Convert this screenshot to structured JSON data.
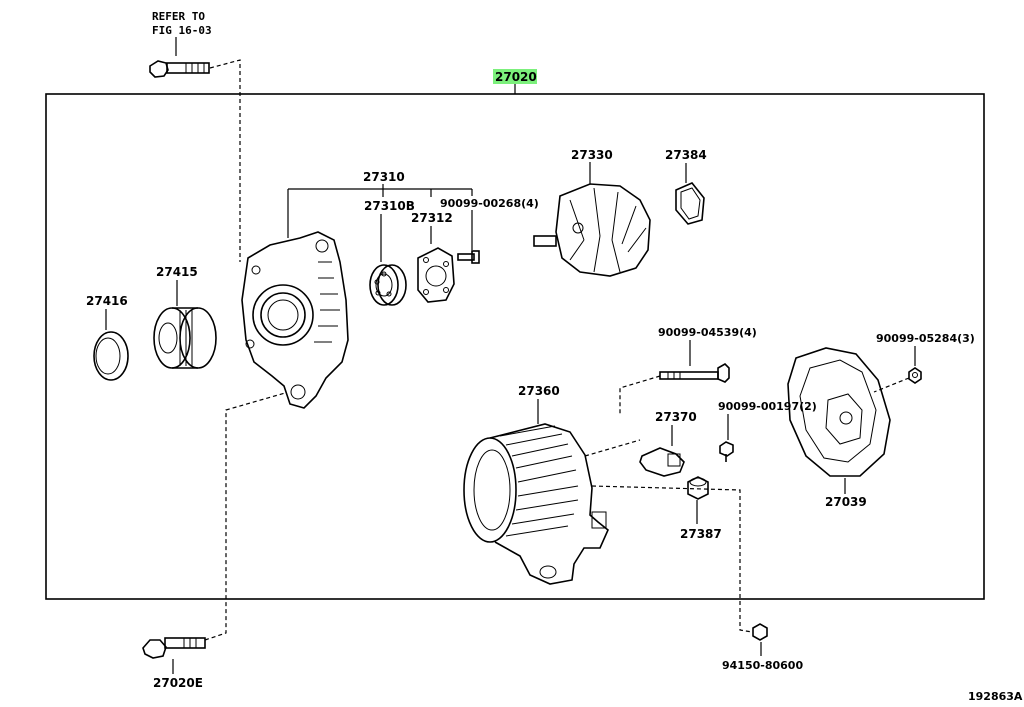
{
  "assembly": {
    "part_no": "27020",
    "highlight_color": "#7cf07c"
  },
  "refer_note": {
    "line1": "REFER TO",
    "line2": "FIG 16-03"
  },
  "figure_code": "192863A",
  "parts": {
    "p27310": "27310",
    "p27310B": "27310B",
    "p27312": "27312",
    "p90099_00268": "90099-00268(4)",
    "p27330": "27330",
    "p27384": "27384",
    "p27415": "27415",
    "p27416": "27416",
    "p90099_04539": "90099-04539(4)",
    "p90099_05284": "90099-05284(3)",
    "p27360": "27360",
    "p27370": "27370",
    "p90099_00197": "90099-00197(2)",
    "p27039": "27039",
    "p27387": "27387",
    "p27020E": "27020E",
    "p94150_80600": "94150-80600"
  }
}
